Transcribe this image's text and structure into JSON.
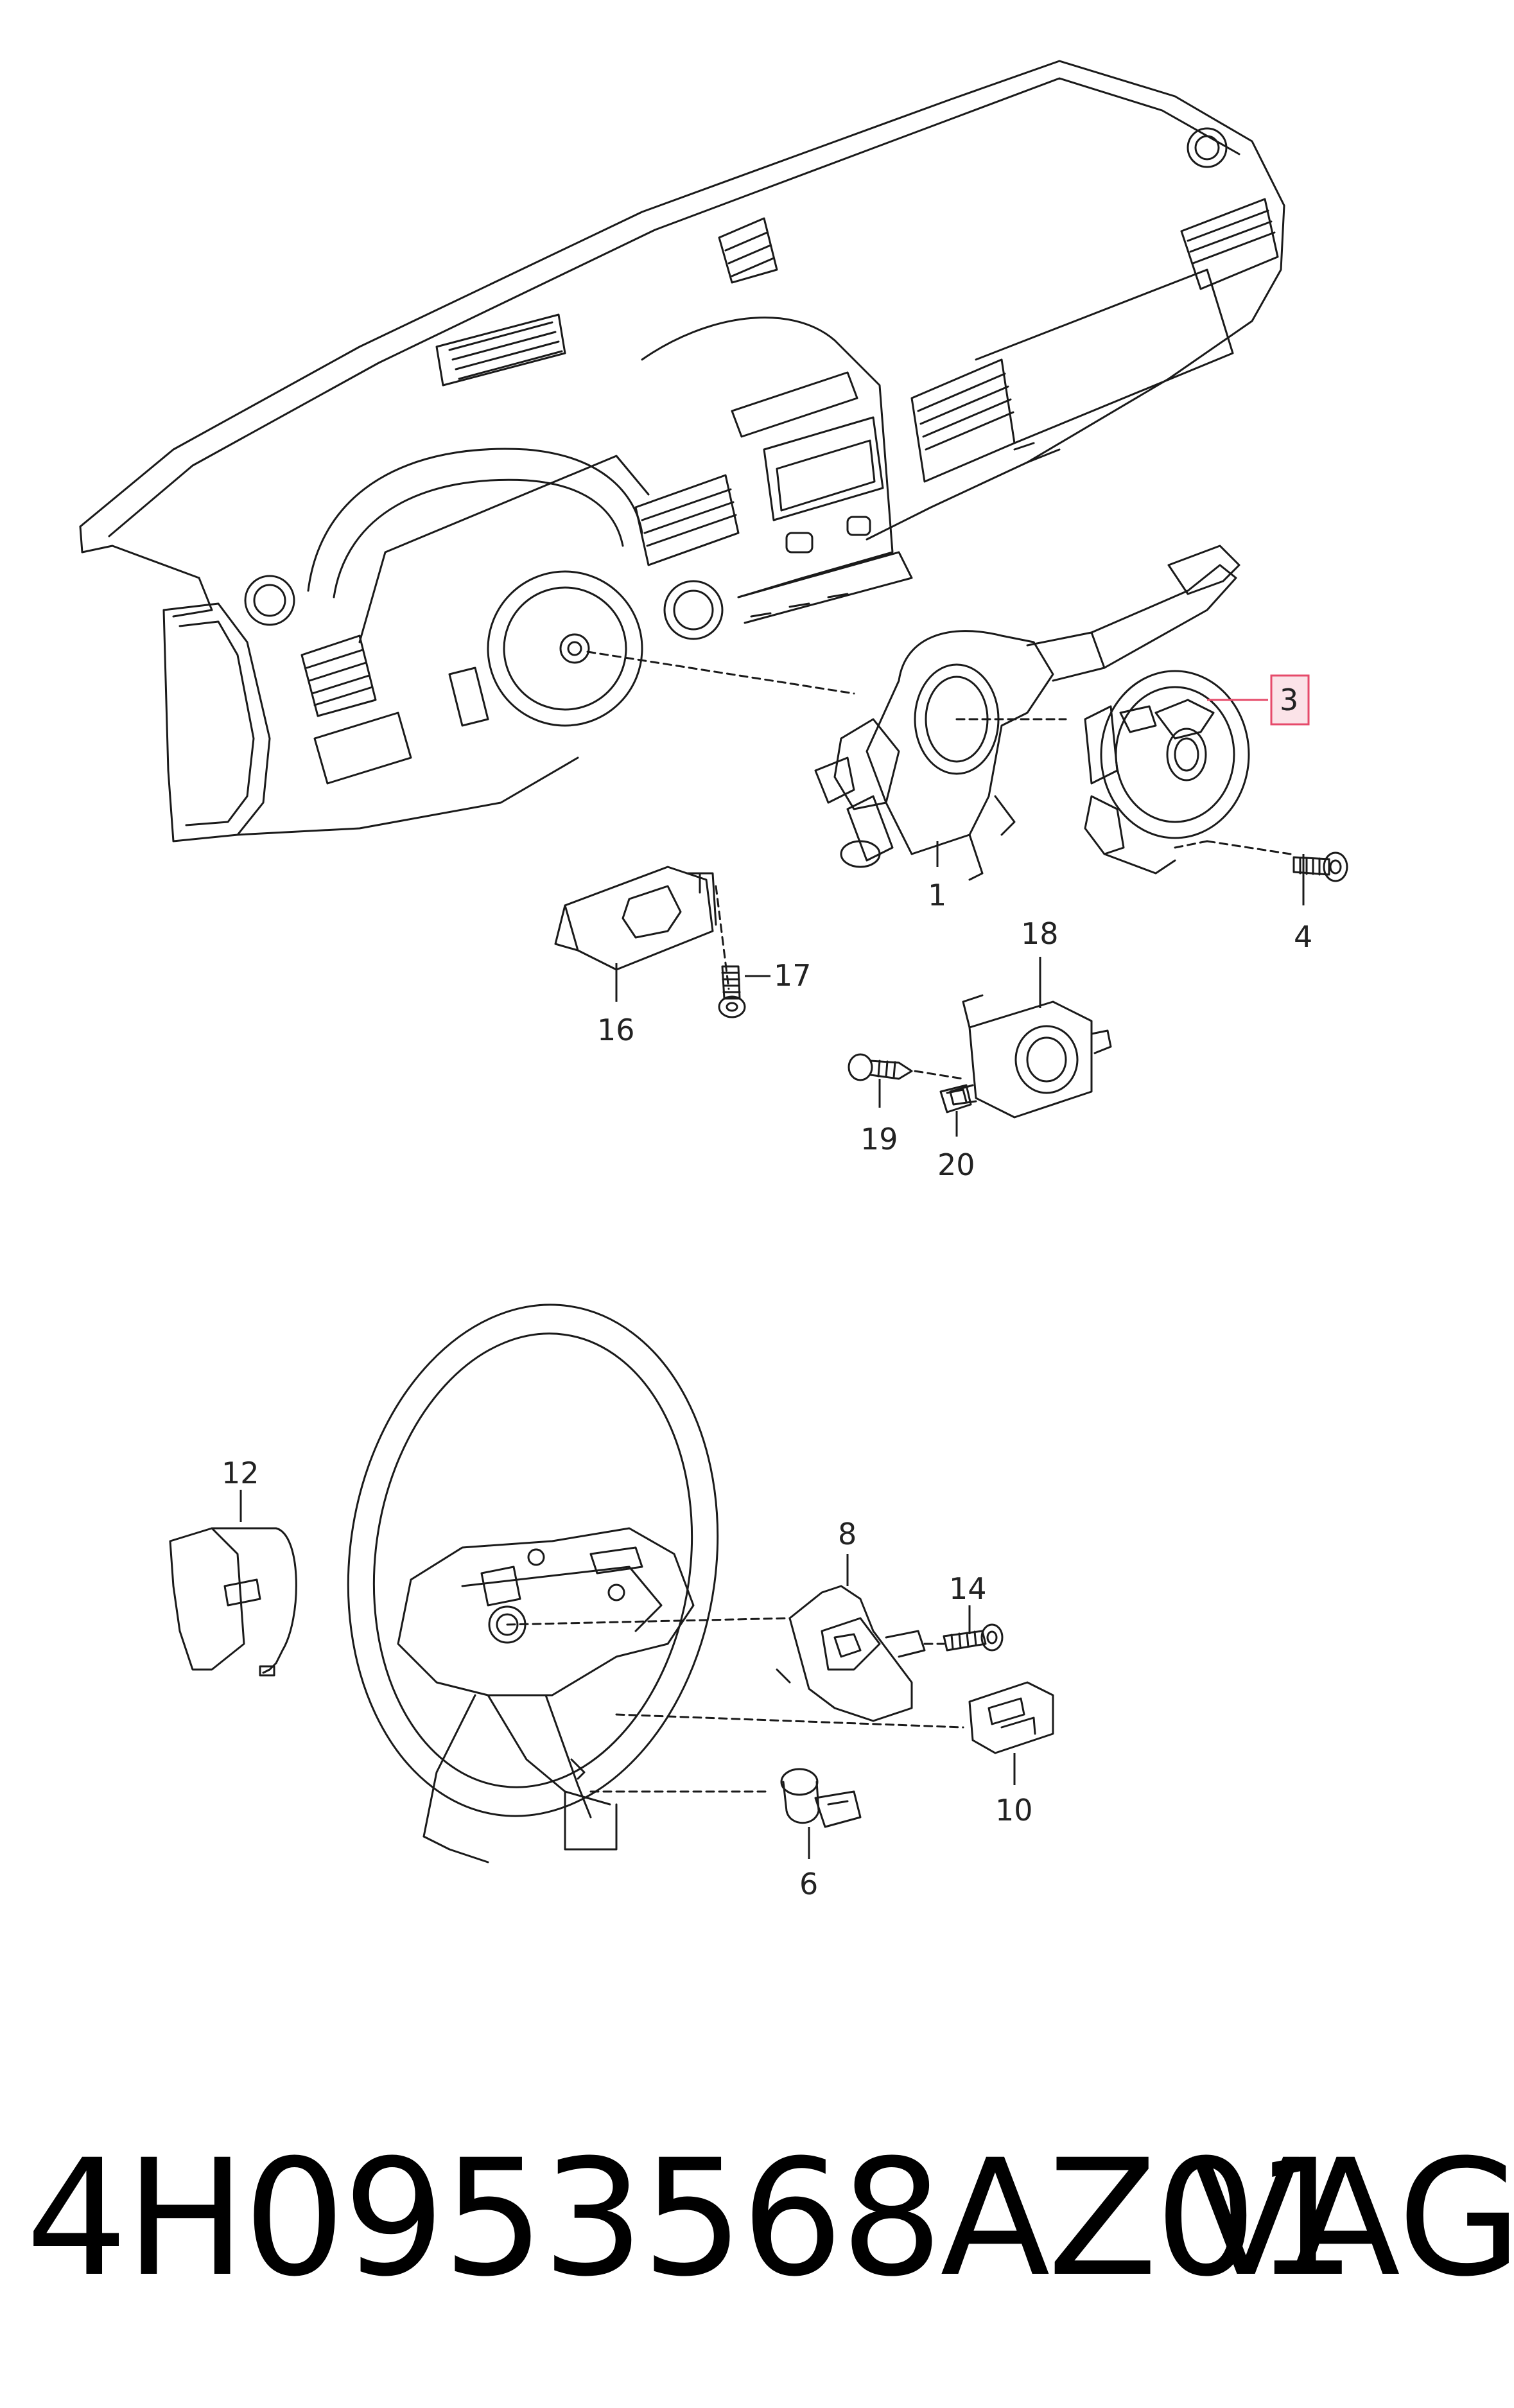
{
  "callouts": {
    "c1": "1",
    "c3": "3",
    "c4": "4",
    "c6": "6",
    "c8": "8",
    "c10": "10",
    "c12": "12",
    "c14": "14",
    "c16": "16",
    "c17": "17",
    "c18": "18",
    "c19": "19",
    "c20": "20"
  },
  "highlight_color": "#e64a6a",
  "highlight_fill": "#fbe3e8",
  "footer": {
    "part_number": "4H0953568AZ01",
    "brand": "VAG"
  }
}
